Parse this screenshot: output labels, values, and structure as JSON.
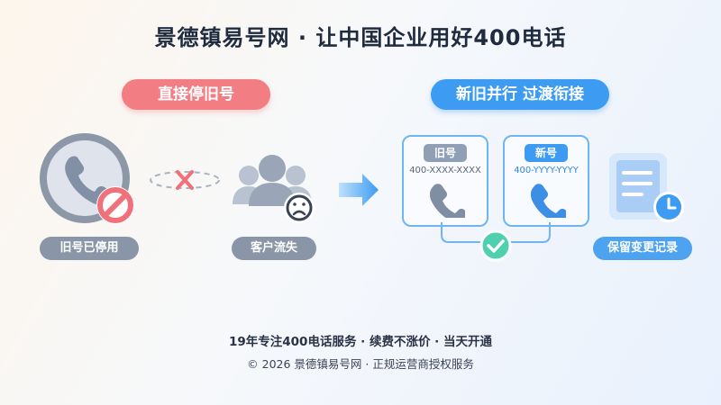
{
  "title": "景德镇易号网 · 让中国企业用好400电话",
  "left_section": {
    "heading": "直接停旧号",
    "phone_label": "旧号已停用",
    "customer_label": "客户流失"
  },
  "right_section": {
    "heading": "新旧并行 过渡衔接",
    "old_card": {
      "tag": "旧号",
      "number": "400-XXXX-XXXX"
    },
    "new_card": {
      "tag": "新号",
      "number": "400-YYYY-YYYY"
    },
    "record_label": "保留变更记录"
  },
  "footer": {
    "line1": "19年专注400电话服务 · 续费不涨价 · 当天开通",
    "line2": "© 2026 景德镇易号网 · 正规运营商授权服务"
  },
  "colors": {
    "red_accent": "#f27d83",
    "blue_accent": "#3d9cf2",
    "gray_tag": "#8a96a8",
    "check_green": "#4fd1b0"
  }
}
